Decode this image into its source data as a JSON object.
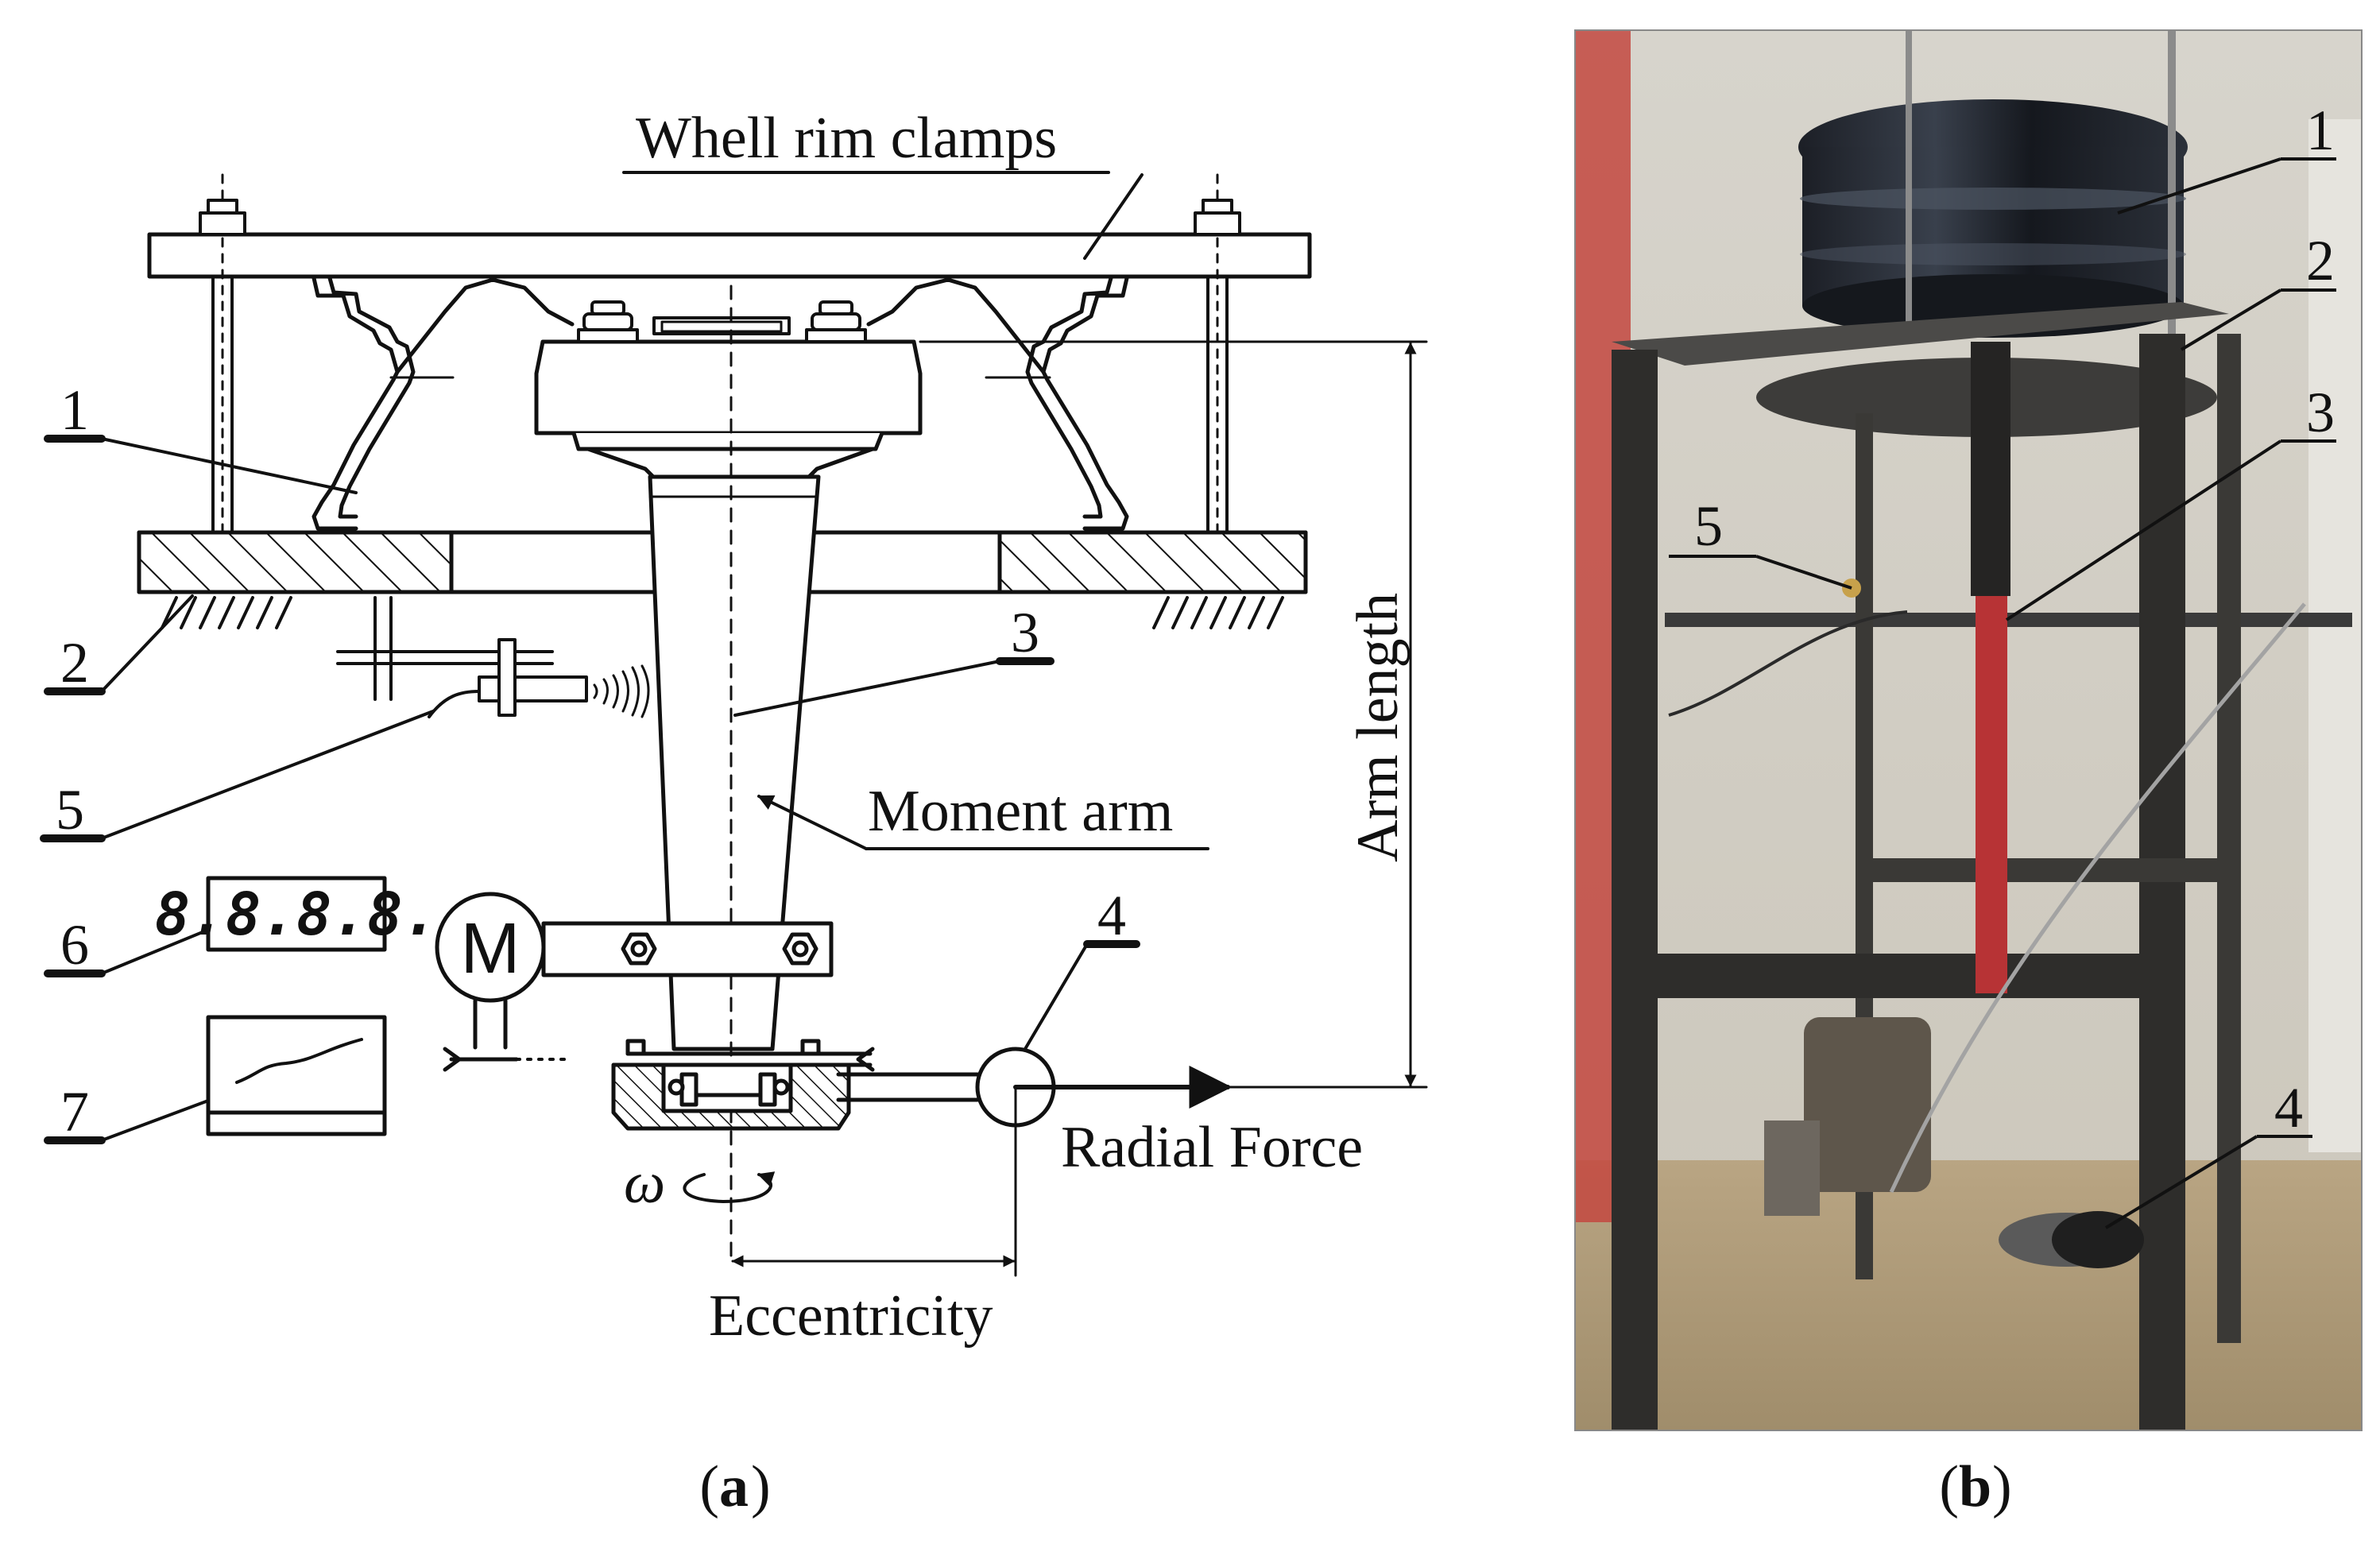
{
  "panel_a": {
    "caption": "a",
    "labels": {
      "wheel_rim_clamps": "Whell rim clamps",
      "moment_arm": "Moment arm",
      "arm_length": "Arm length",
      "radial_force": "Radial Force",
      "eccentricity": "Eccentricity",
      "omega": "ω",
      "motor": "M",
      "display_reading": "8.8.8.8."
    },
    "callouts": [
      "1",
      "2",
      "3",
      "4",
      "5",
      "6",
      "7"
    ]
  },
  "panel_b": {
    "caption": "b",
    "callouts": [
      "1",
      "2",
      "3",
      "4",
      "5"
    ]
  }
}
